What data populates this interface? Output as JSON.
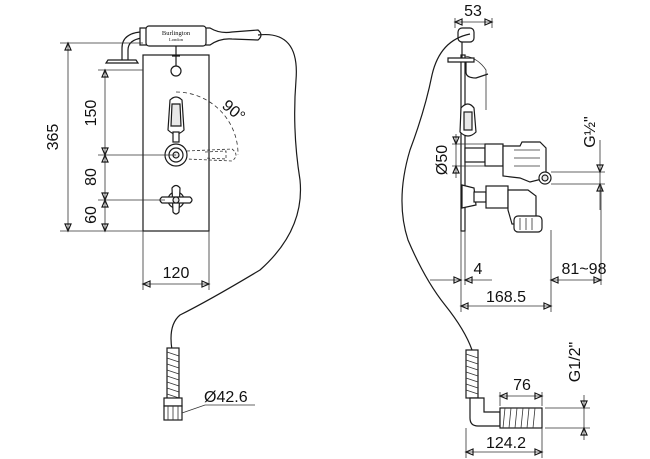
{
  "brand": {
    "name": "Burlington",
    "sub": "London"
  },
  "front_view": {
    "height_total": "365",
    "offset_top": "150",
    "offset_mid": "80",
    "offset_bottom": "60",
    "width": "120",
    "rotation": "90°",
    "hose_nut": "Ø42.6"
  },
  "side_view": {
    "top_width": "53",
    "thread_top": "G½\"",
    "diameter": "Ø50",
    "wall_offset": "4",
    "adjust_range": "81~98",
    "depth": "168.5",
    "thread_bottom": "G1/2\"",
    "elbow_length": "76",
    "elbow_total": "124.2"
  }
}
